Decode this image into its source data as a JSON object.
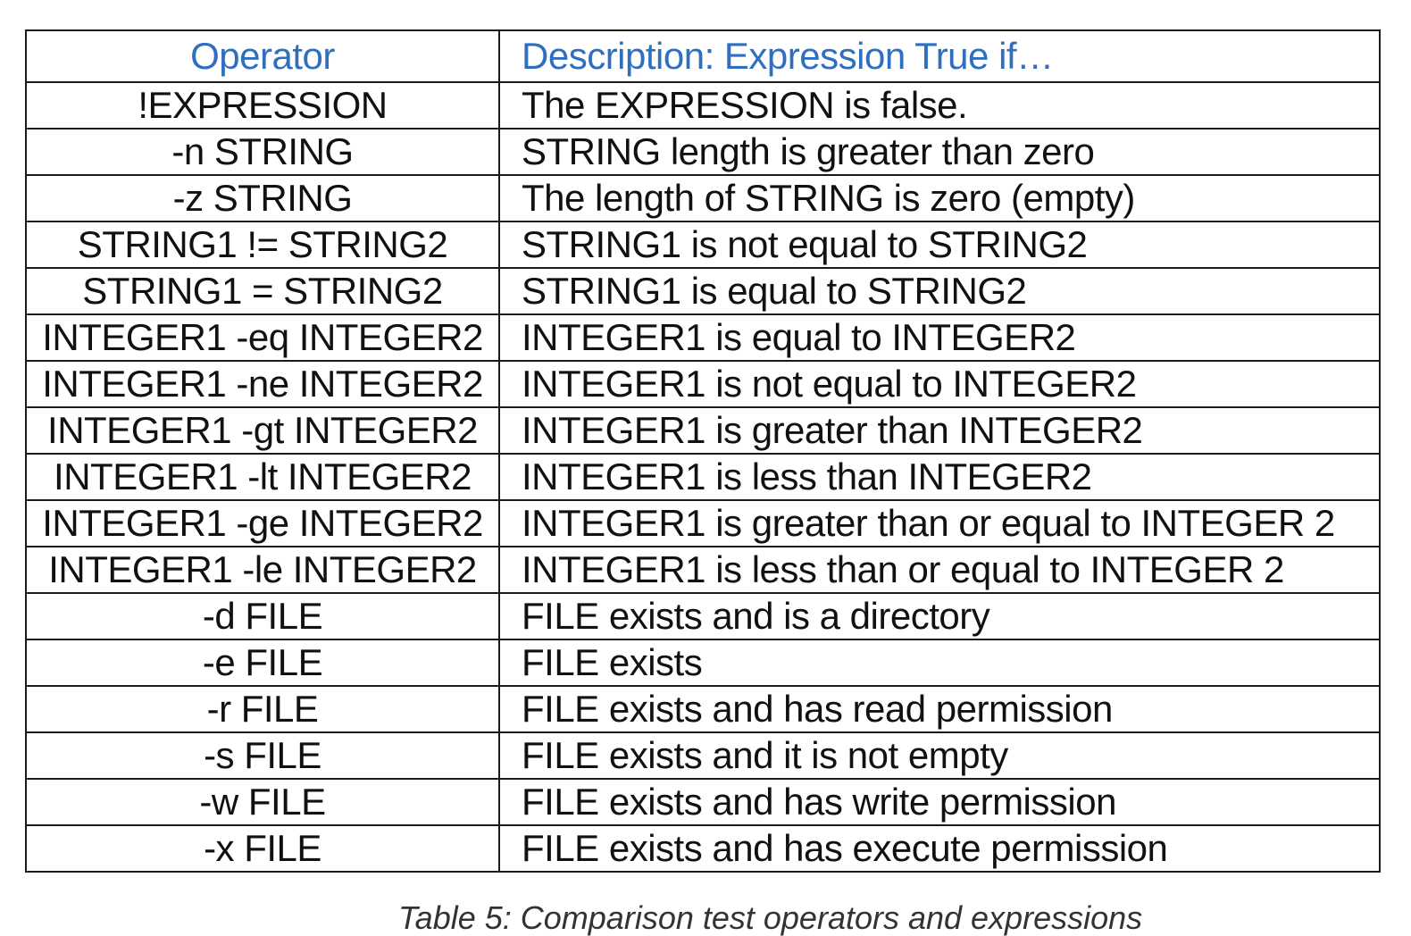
{
  "table": {
    "headers": {
      "operator": "Operator",
      "description": "Description: Expression True if…"
    },
    "rows": [
      {
        "operator": "!EXPRESSION",
        "description": "The EXPRESSION is false."
      },
      {
        "operator": "-n STRING",
        "description": "STRING length is greater than zero"
      },
      {
        "operator": "-z STRING",
        "description": "The length of STRING is zero (empty)"
      },
      {
        "operator": "STRING1 != STRING2",
        "description": "STRING1 is not equal to STRING2"
      },
      {
        "operator": "STRING1 = STRING2",
        "description": "STRING1 is equal to STRING2"
      },
      {
        "operator": "INTEGER1 -eq INTEGER2",
        "description": "INTEGER1 is equal to INTEGER2"
      },
      {
        "operator": "INTEGER1 -ne INTEGER2",
        "description": "INTEGER1 is not equal to INTEGER2"
      },
      {
        "operator": "INTEGER1 -gt INTEGER2",
        "description": "INTEGER1 is greater than INTEGER2"
      },
      {
        "operator": "INTEGER1 -lt INTEGER2",
        "description": "INTEGER1 is less than INTEGER2"
      },
      {
        "operator": "INTEGER1 -ge INTEGER2",
        "description": "INTEGER1 is greater than or equal to INTEGER 2"
      },
      {
        "operator": "INTEGER1 -le INTEGER2",
        "description": "INTEGER1 is less than or equal to INTEGER 2"
      },
      {
        "operator": "-d FILE",
        "description": "FILE exists and is a directory"
      },
      {
        "operator": "-e FILE",
        "description": "FILE exists"
      },
      {
        "operator": "-r FILE",
        "description": "FILE exists and has read permission"
      },
      {
        "operator": "-s FILE",
        "description": "FILE exists and it is not empty"
      },
      {
        "operator": "-w FILE",
        "description": "FILE exists and has write permission"
      },
      {
        "operator": "-x FILE",
        "description": "FILE exists and has execute permission"
      }
    ]
  },
  "caption": "Table 5: Comparison test operators and expressions",
  "colors": {
    "header_text": "#2f6fc0",
    "body_text": "#111111",
    "border": "#1a1a1a"
  }
}
